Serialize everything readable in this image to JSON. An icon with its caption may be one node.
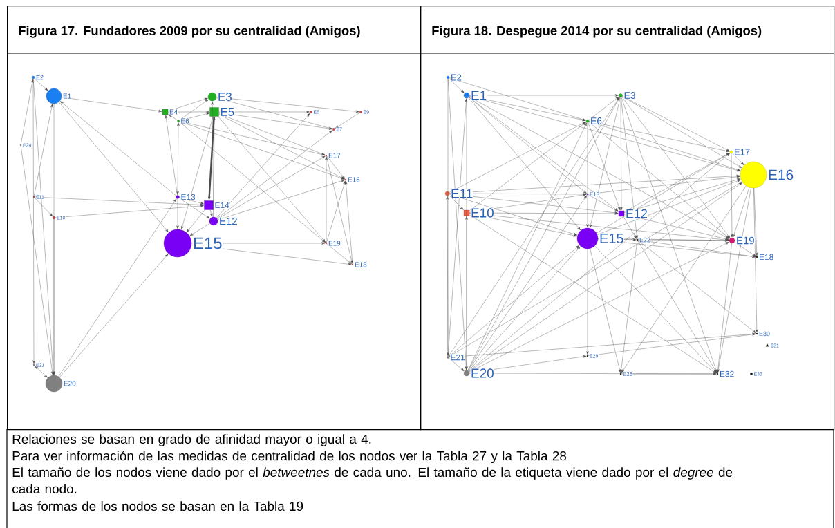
{
  "diagram": {
    "nodes": [
      {
        "text": [
          "Figura 17. Fundadores 2009 por su centralidad (Amigos)"
        ]
      },
      {
        "text": [
          "Figura 18. Despegue 2014 por su centralidad (Amigos)"
        ]
      },
      {
        "text": [
          "E2"
        ],
        "in": 0
      },
      {
        "text": [
          "E1"
        ],
        "in": 0
      },
      {
        "text": [
          "E24"
        ],
        "in": 0
      },
      {
        "text": [
          "E11"
        ],
        "in": 0
      },
      {
        "text": [
          "E10"
        ],
        "in": 0
      },
      {
        "text": [
          "E21"
        ],
        "in": 0
      },
      {
        "text": [
          "E20"
        ],
        "in": 0
      },
      {
        "text": [
          "E4"
        ],
        "in": 0
      },
      {
        "text": [
          "E6"
        ],
        "in": 0
      },
      {
        "text": [
          "E3"
        ],
        "in": 0
      },
      {
        "text": [
          "E5"
        ],
        "in": 0
      },
      {
        "text": [
          "E13"
        ],
        "in": 0
      },
      {
        "text": [
          "E14"
        ],
        "in": 0
      },
      {
        "text": [
          "E12"
        ],
        "in": 0
      },
      {
        "text": [
          "E15"
        ],
        "in": 0
      },
      {
        "text": [
          "E8"
        ],
        "in": 0
      },
      {
        "text": [
          "E9"
        ],
        "in": 0
      },
      {
        "text": [
          "E7"
        ],
        "in": 0
      },
      {
        "text": [
          "E17"
        ],
        "in": 0
      },
      {
        "text": [
          "E16"
        ],
        "in": 0
      },
      {
        "text": [
          "E19"
        ],
        "in": 0
      },
      {
        "text": [
          "E18"
        ],
        "in": 0
      },
      {
        "text": [
          "E2"
        ],
        "in": 1
      },
      {
        "text": [
          "E1"
        ],
        "in": 1
      },
      {
        "text": [
          "E11"
        ],
        "in": 1
      },
      {
        "text": [
          "E10"
        ],
        "in": 1
      },
      {
        "text": [
          "E21"
        ],
        "in": 1
      },
      {
        "text": [
          "E20"
        ],
        "in": 1
      },
      {
        "text": [
          "E6"
        ],
        "in": 1
      },
      {
        "text": [
          "E3"
        ],
        "in": 1
      },
      {
        "text": [
          "E13"
        ],
        "in": 1
      },
      {
        "text": [
          "E12"
        ],
        "in": 1
      },
      {
        "text": [
          "E15"
        ],
        "in": 1
      },
      {
        "text": [
          "E22"
        ],
        "in": 1
      },
      {
        "text": [
          "E29"
        ],
        "in": 1
      },
      {
        "text": [
          "E28"
        ],
        "in": 1
      },
      {
        "text": [
          "E17"
        ],
        "in": 1
      },
      {
        "text": [
          "E16"
        ],
        "in": 1
      },
      {
        "text": [
          "E19"
        ],
        "in": 1
      },
      {
        "text": [
          "E18"
        ],
        "in": 1
      },
      {
        "text": [
          "E30"
        ],
        "in": 1
      },
      {
        "text": [
          "E31"
        ],
        "in": 1
      },
      {
        "text": [
          "E32"
        ],
        "in": 1
      },
      {
        "text": [
          "E33"
        ],
        "in": 1
      }
    ],
    "edges": [
      {
        "from": 2,
        "to": 3,
        "arrow": "to"
      },
      {
        "from": 2,
        "to": 7,
        "arrow": "to"
      },
      {
        "from": 2,
        "to": 8,
        "arrow": "to"
      },
      {
        "from": 4,
        "to": 2,
        "arrow": "to"
      },
      {
        "from": 4,
        "to": 8,
        "arrow": "to"
      },
      {
        "from": 5,
        "to": 3,
        "arrow": "to"
      },
      {
        "from": 5,
        "to": 6,
        "arrow": "to"
      },
      {
        "from": 5,
        "to": 14,
        "arrow": "to"
      },
      {
        "from": 6,
        "to": 14,
        "arrow": "to"
      },
      {
        "from": 6,
        "to": 8,
        "arrow": "to"
      },
      {
        "from": 3,
        "to": 8,
        "arrow": "to"
      },
      {
        "from": 7,
        "to": 8,
        "arrow": "both"
      },
      {
        "from": 3,
        "to": 9,
        "arrow": "to"
      },
      {
        "from": 13,
        "to": 3,
        "arrow": "to"
      },
      {
        "from": 3,
        "to": 16,
        "arrow": "to"
      },
      {
        "from": 8,
        "to": 16,
        "arrow": "to"
      },
      {
        "from": 8,
        "to": 13,
        "arrow": "to"
      },
      {
        "from": 13,
        "to": 9,
        "arrow": "to"
      },
      {
        "from": 13,
        "to": 10,
        "arrow": "both"
      },
      {
        "from": 13,
        "to": 16,
        "arrow": "to"
      },
      {
        "from": 10,
        "to": 9,
        "arrow": "to"
      },
      {
        "from": 9,
        "to": 11,
        "arrow": "to"
      },
      {
        "from": 9,
        "to": 12,
        "arrow": "to"
      },
      {
        "from": 10,
        "to": 12,
        "arrow": "to"
      },
      {
        "from": 10,
        "to": 11,
        "arrow": "to"
      },
      {
        "from": 10,
        "to": 20,
        "arrow": "to"
      },
      {
        "from": 10,
        "to": 21,
        "arrow": "to"
      },
      {
        "from": 10,
        "to": 22,
        "arrow": "to"
      },
      {
        "from": 12,
        "to": 14,
        "arrow": "to",
        "style": "thick"
      },
      {
        "from": 12,
        "to": 17,
        "arrow": "to"
      },
      {
        "from": 12,
        "to": 19,
        "arrow": "to"
      },
      {
        "from": 12,
        "to": 20,
        "arrow": "to"
      },
      {
        "from": 12,
        "to": 21,
        "arrow": "to"
      },
      {
        "from": 12,
        "to": 22,
        "arrow": "to"
      },
      {
        "from": 11,
        "to": 18,
        "arrow": "to"
      },
      {
        "from": 11,
        "to": 19,
        "arrow": "to"
      },
      {
        "from": 15,
        "to": 12,
        "arrow": "to"
      },
      {
        "from": 15,
        "to": 11,
        "arrow": "to"
      },
      {
        "from": 15,
        "to": 17,
        "arrow": "to"
      },
      {
        "from": 15,
        "to": 19,
        "arrow": "to"
      },
      {
        "from": 15,
        "to": 20,
        "arrow": "to"
      },
      {
        "from": 15,
        "to": 21,
        "arrow": "to"
      },
      {
        "from": 14,
        "to": 15,
        "arrow": "to"
      },
      {
        "from": 14,
        "to": 16,
        "arrow": "to"
      },
      {
        "from": 15,
        "to": 16,
        "arrow": "to"
      },
      {
        "from": 16,
        "to": 22,
        "arrow": "to"
      },
      {
        "from": 16,
        "to": 23,
        "arrow": "to"
      },
      {
        "from": 13,
        "to": 14,
        "arrow": "to"
      },
      {
        "from": 13,
        "to": 15,
        "arrow": "to"
      },
      {
        "from": 18,
        "to": 19,
        "arrow": "to"
      },
      {
        "from": 22,
        "to": 20,
        "arrow": "to"
      },
      {
        "from": 20,
        "to": 23,
        "arrow": "to"
      },
      {
        "from": 22,
        "to": 21,
        "arrow": "to"
      },
      {
        "from": 23,
        "to": 21,
        "arrow": "to"
      },
      {
        "from": 22,
        "to": 23,
        "arrow": "to"
      },
      {
        "from": 20,
        "to": 21,
        "arrow": "to"
      },
      {
        "from": 12,
        "to": 16,
        "arrow": "to"
      },
      {
        "from": 24,
        "to": 25,
        "arrow": "to"
      },
      {
        "from": 24,
        "to": 28,
        "arrow": "to"
      },
      {
        "from": 24,
        "to": 29,
        "arrow": "to"
      },
      {
        "from": 24,
        "to": 30,
        "arrow": "to"
      },
      {
        "from": 25,
        "to": 29,
        "arrow": "to"
      },
      {
        "from": 25,
        "to": 31,
        "arrow": "to"
      },
      {
        "from": 25,
        "to": 30,
        "arrow": "to"
      },
      {
        "from": 25,
        "to": 34,
        "arrow": "to"
      },
      {
        "from": 25,
        "to": 33,
        "arrow": "to"
      },
      {
        "from": 25,
        "to": 32,
        "arrow": "to"
      },
      {
        "from": 25,
        "to": 39,
        "arrow": "to"
      },
      {
        "from": 25,
        "to": 40,
        "arrow": "to"
      },
      {
        "from": 26,
        "to": 30,
        "arrow": "to"
      },
      {
        "from": 26,
        "to": 32,
        "arrow": "to"
      },
      {
        "from": 26,
        "to": 34,
        "arrow": "to"
      },
      {
        "from": 26,
        "to": 39,
        "arrow": "to"
      },
      {
        "from": 26,
        "to": 27,
        "arrow": "to"
      },
      {
        "from": 26,
        "to": 33,
        "arrow": "to"
      },
      {
        "from": 28,
        "to": 26,
        "arrow": "to"
      },
      {
        "from": 28,
        "to": 29,
        "arrow": "to"
      },
      {
        "from": 28,
        "to": 34,
        "arrow": "to"
      },
      {
        "from": 28,
        "to": 31,
        "arrow": "to"
      },
      {
        "from": 28,
        "to": 42,
        "arrow": "to"
      },
      {
        "from": 28,
        "to": 25,
        "arrow": "to"
      },
      {
        "from": 29,
        "to": 27,
        "arrow": "to"
      },
      {
        "from": 29,
        "to": 30,
        "arrow": "to"
      },
      {
        "from": 29,
        "to": 31,
        "arrow": "to"
      },
      {
        "from": 29,
        "to": 32,
        "arrow": "to"
      },
      {
        "from": 29,
        "to": 34,
        "arrow": "to"
      },
      {
        "from": 29,
        "to": 39,
        "arrow": "to"
      },
      {
        "from": 29,
        "to": 40,
        "arrow": "to"
      },
      {
        "from": 29,
        "to": 38,
        "arrow": "to"
      },
      {
        "from": 29,
        "to": 44,
        "arrow": "to"
      },
      {
        "from": 29,
        "to": 36,
        "arrow": "to"
      },
      {
        "from": 27,
        "to": 30,
        "arrow": "to"
      },
      {
        "from": 27,
        "to": 32,
        "arrow": "to"
      },
      {
        "from": 27,
        "to": 34,
        "arrow": "to"
      },
      {
        "from": 27,
        "to": 33,
        "arrow": "to"
      },
      {
        "from": 27,
        "to": 40,
        "arrow": "to"
      },
      {
        "from": 27,
        "to": 44,
        "arrow": "to"
      },
      {
        "from": 30,
        "to": 34,
        "arrow": "to"
      },
      {
        "from": 34,
        "to": 36,
        "arrow": "to"
      },
      {
        "from": 30,
        "to": 33,
        "arrow": "to"
      },
      {
        "from": 30,
        "to": 38,
        "arrow": "to"
      },
      {
        "from": 30,
        "to": 39,
        "arrow": "to"
      },
      {
        "from": 30,
        "to": 40,
        "arrow": "to"
      },
      {
        "from": 30,
        "to": 31,
        "arrow": "to"
      },
      {
        "from": 31,
        "to": 33,
        "arrow": "to"
      },
      {
        "from": 31,
        "to": 34,
        "arrow": "to"
      },
      {
        "from": 31,
        "to": 38,
        "arrow": "to"
      },
      {
        "from": 31,
        "to": 39,
        "arrow": "to"
      },
      {
        "from": 31,
        "to": 40,
        "arrow": "to"
      },
      {
        "from": 31,
        "to": 44,
        "arrow": "to"
      },
      {
        "from": 31,
        "to": 35,
        "arrow": "to"
      },
      {
        "from": 32,
        "to": 33,
        "arrow": "to"
      },
      {
        "from": 32,
        "to": 39,
        "arrow": "to"
      },
      {
        "from": 34,
        "to": 35,
        "arrow": "to"
      },
      {
        "from": 34,
        "to": 37,
        "arrow": "to"
      },
      {
        "from": 34,
        "to": 39,
        "arrow": "to"
      },
      {
        "from": 34,
        "to": 38,
        "arrow": "to"
      },
      {
        "from": 34,
        "to": 40,
        "arrow": "to"
      },
      {
        "from": 34,
        "to": 41,
        "arrow": "to"
      },
      {
        "from": 34,
        "to": 44,
        "arrow": "to"
      },
      {
        "from": 33,
        "to": 35,
        "arrow": "to"
      },
      {
        "from": 33,
        "to": 40,
        "arrow": "to"
      },
      {
        "from": 33,
        "to": 39,
        "arrow": "to"
      },
      {
        "from": 33,
        "to": 38,
        "arrow": "to"
      },
      {
        "from": 35,
        "to": 40,
        "arrow": "to"
      },
      {
        "from": 35,
        "to": 41,
        "arrow": "to"
      },
      {
        "from": 35,
        "to": 42,
        "arrow": "to"
      },
      {
        "from": 35,
        "to": 37,
        "arrow": "to"
      },
      {
        "from": 35,
        "to": 44,
        "arrow": "to"
      },
      {
        "from": 38,
        "to": 39,
        "arrow": "to"
      },
      {
        "from": 38,
        "to": 40,
        "arrow": "to"
      },
      {
        "from": 39,
        "to": 40,
        "arrow": "to"
      },
      {
        "from": 39,
        "to": 41,
        "arrow": "to"
      },
      {
        "from": 39,
        "to": 42,
        "arrow": "to"
      },
      {
        "from": 39,
        "to": 44,
        "arrow": "to"
      },
      {
        "from": 39,
        "to": 37,
        "arrow": "to"
      },
      {
        "from": 39,
        "to": 28,
        "arrow": "to"
      },
      {
        "from": 40,
        "to": 41,
        "arrow": "to"
      },
      {
        "from": 40,
        "to": 44,
        "arrow": "to"
      },
      {
        "from": 37,
        "to": 44,
        "arrow": "to"
      },
      {
        "from": 36,
        "to": 42,
        "arrow": "to"
      }
    ],
    "labels": [
      "Relaciones se basan en grado de afinidad mayor o igual a 4.",
      "Para ver información de las medidas de centralidad de los nodos ver la Tabla 27 y la Tabla 28",
      "El tamaño de los nodos viene dado por el *betweetnes* de cada uno. El tamaño de la etiqueta viene dado por el *degree* de cada nodo.",
      "Las formas de los nodos se basan en la Tabla 19"
    ]
  }
}
